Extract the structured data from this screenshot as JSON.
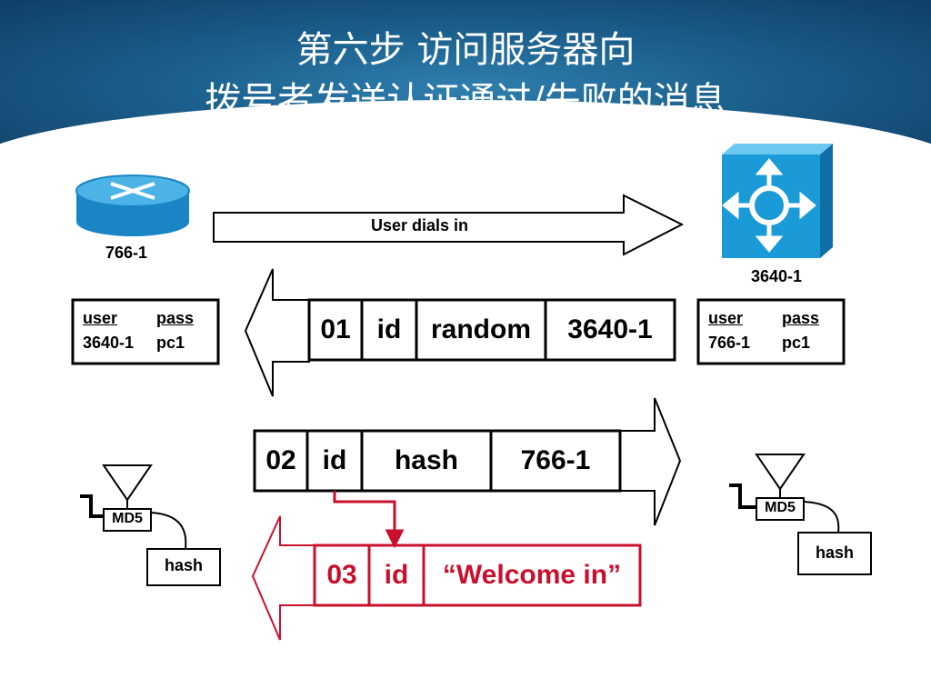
{
  "title": {
    "line1": "第六步 访问服务器向",
    "line2": "拨号者发送认证通过/失败的消息"
  },
  "devices": {
    "left": {
      "label": "766-1",
      "icon": "router-icon"
    },
    "right": {
      "label": "3640-1",
      "icon": "access-server-icon"
    }
  },
  "arrow_dials": "User dials in",
  "packet1": [
    "01",
    "id",
    "random",
    "3640-1"
  ],
  "packet2": [
    "02",
    "id",
    "hash",
    "766-1"
  ],
  "packet3": [
    "03",
    "id",
    "“Welcome in”"
  ],
  "table_left": {
    "h1": "user",
    "h2": "pass",
    "v1": "3640-1",
    "v2": "pc1"
  },
  "table_right": {
    "h1": "user",
    "h2": "pass",
    "v1": "766-1",
    "v2": "pc1"
  },
  "md5_left": {
    "label": "MD5",
    "out": "hash"
  },
  "md5_right": {
    "label": "MD5",
    "out": "hash"
  },
  "colors": {
    "header": "#1b5f8c",
    "accent": "#c8102e",
    "device": "#1a9ad6"
  }
}
